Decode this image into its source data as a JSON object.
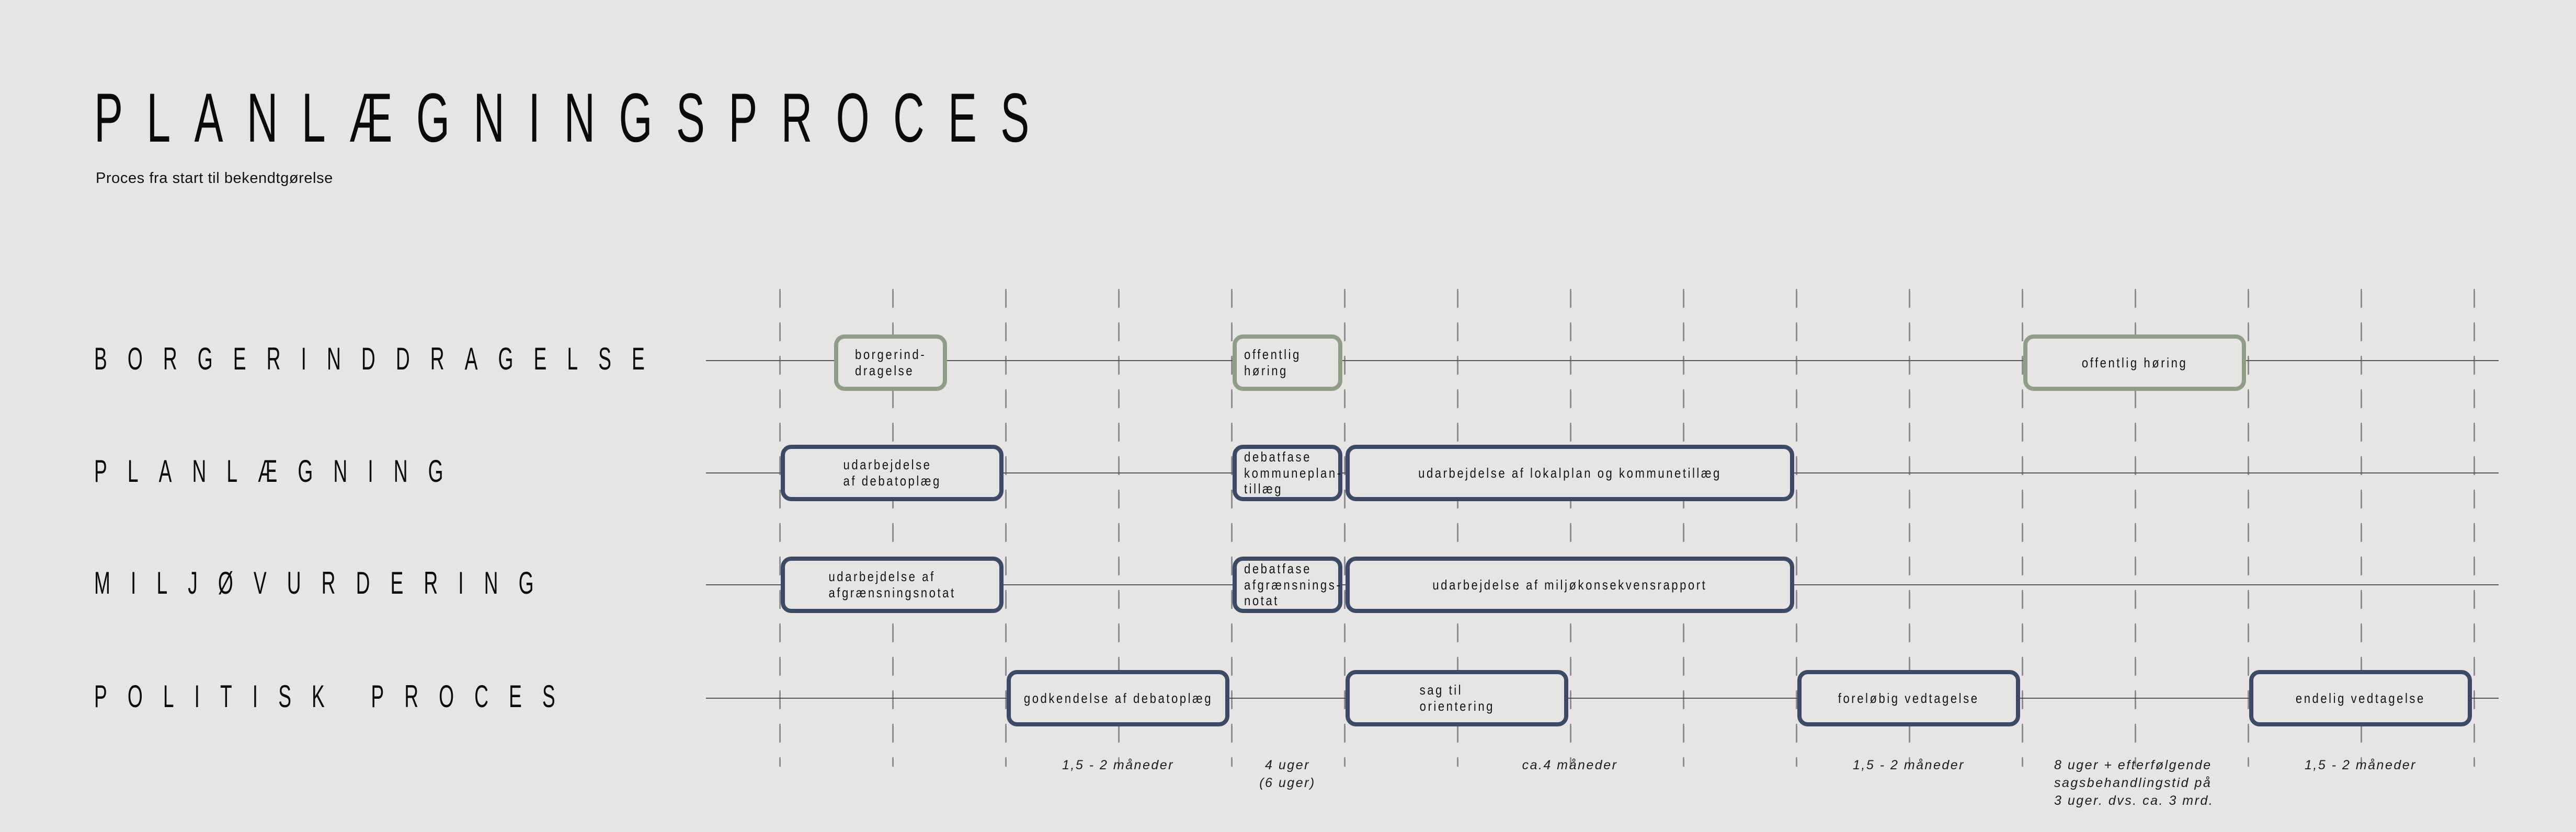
{
  "title": "PLANLÆGNINGSPROCES",
  "subtitle": "Proces fra start til bekendtgørelse",
  "colors": {
    "background": "#e7e5e4",
    "navy_border": "#3d4a66",
    "green_border": "#8f9f85",
    "lane_line": "#55555a",
    "gridline": "#8e8e93"
  },
  "lanes": [
    {
      "label": "BORGERINDDRAGELSE",
      "boxes": [
        {
          "style": "green",
          "text": "borgerind-\ndragelse"
        },
        {
          "style": "green",
          "text": "offentlig\nhøring"
        },
        {
          "style": "green",
          "text": "offentlig høring"
        }
      ]
    },
    {
      "label": "PLANLÆGNING",
      "boxes": [
        {
          "style": "navy",
          "text": "udarbejdelse\naf debatoplæg"
        },
        {
          "style": "navy",
          "text": "debatfase\nkommuneplan-\ntillæg"
        },
        {
          "style": "navy",
          "text": "udarbejdelse af lokalplan og kommunetillæg"
        }
      ]
    },
    {
      "label": "MILJØVURDERING",
      "boxes": [
        {
          "style": "navy",
          "text": "udarbejdelse af\nafgrænsningsnotat"
        },
        {
          "style": "navy",
          "text": "debatfase\nafgrænsnings-\nnotat"
        },
        {
          "style": "navy",
          "text": "udarbejdelse af miljøkonsekvensrapport"
        }
      ]
    },
    {
      "label": "POLITISK PROCES",
      "boxes": [
        {
          "style": "navy",
          "text": "godkendelse af debatoplæg"
        },
        {
          "style": "navy",
          "text": "sag til\norientering"
        },
        {
          "style": "navy",
          "text": "foreløbig vedtagelse"
        },
        {
          "style": "navy",
          "text": "endelig vedtagelse"
        }
      ]
    }
  ],
  "durations": [
    {
      "text": "1,5 - 2 måneder"
    },
    {
      "text": "4 uger\n(6 uger)"
    },
    {
      "text": "ca.4 måneder"
    },
    {
      "text": "1,5 - 2 måneder"
    },
    {
      "text": "8 uger + efterfølgende\nsagsbehandlingstid på\n3 uger. dvs. ca. 3 mrd."
    },
    {
      "text": "1,5 - 2 måneder"
    }
  ]
}
